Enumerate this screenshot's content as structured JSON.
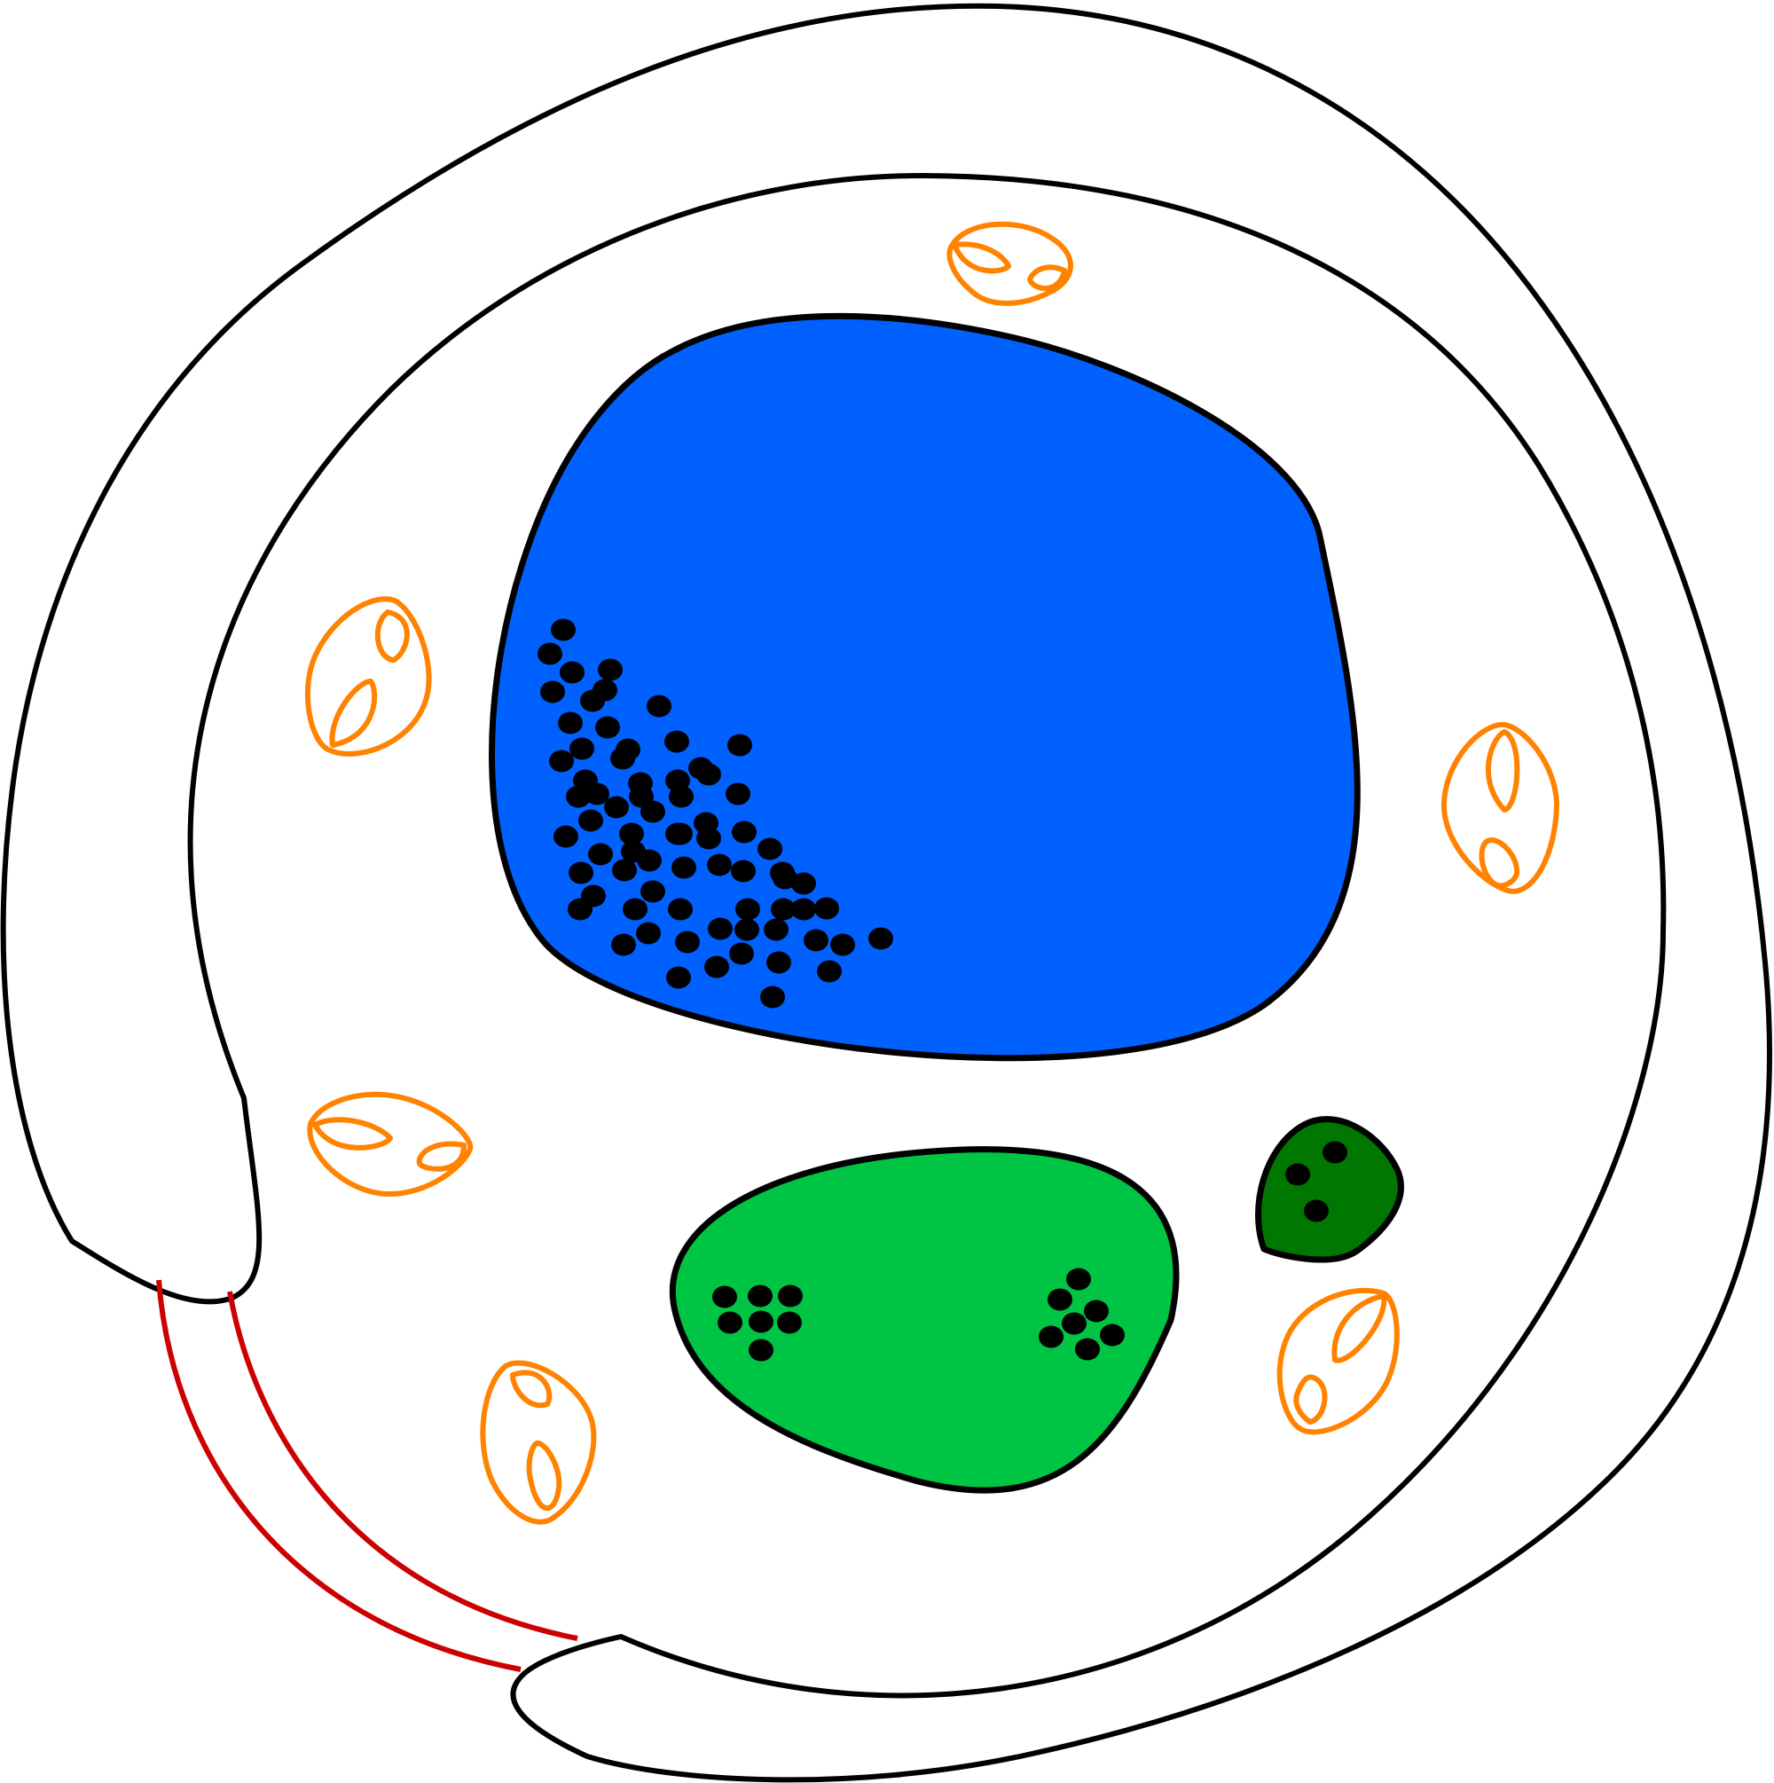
{
  "colors": {
    "outline": "#000000",
    "large_vacuole": "#0061FF",
    "light_green_vacuole": "#00C544",
    "dark_green_vacuole": "#007700",
    "orange_organelles": "#FF8300",
    "red_lines": "#CC0000",
    "background": "#FFFFFF"
  },
  "regions": [
    "outer-wall",
    "inner-membrane",
    "blue-vacuole",
    "light-green-vacuole",
    "dark-green-vacuole",
    "orange-organelles",
    "red-channel"
  ]
}
